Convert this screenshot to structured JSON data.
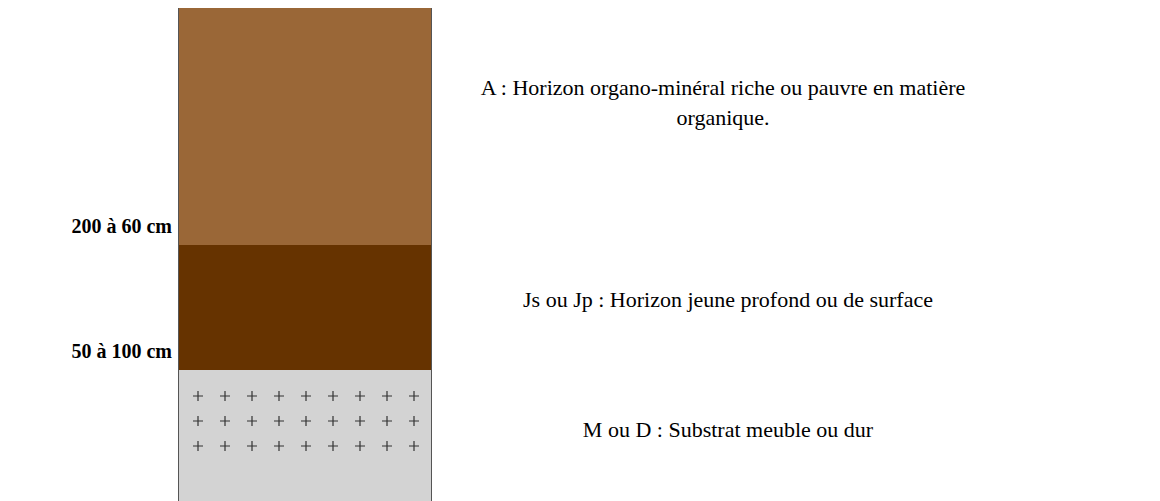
{
  "diagram": {
    "nodes": [
      {
        "text": [
          "A : Horizon organo-minéral riche ou pauvre en matière organique."
        ]
      },
      {
        "text": [
          "Js ou Jp : Horizon jeune profond ou de surface"
        ]
      },
      {
        "text": [
          "M ou D : Substrat meuble ou dur"
        ]
      }
    ],
    "labels": [
      "200 à 60 cm",
      "50 à 100 cm"
    ]
  }
}
